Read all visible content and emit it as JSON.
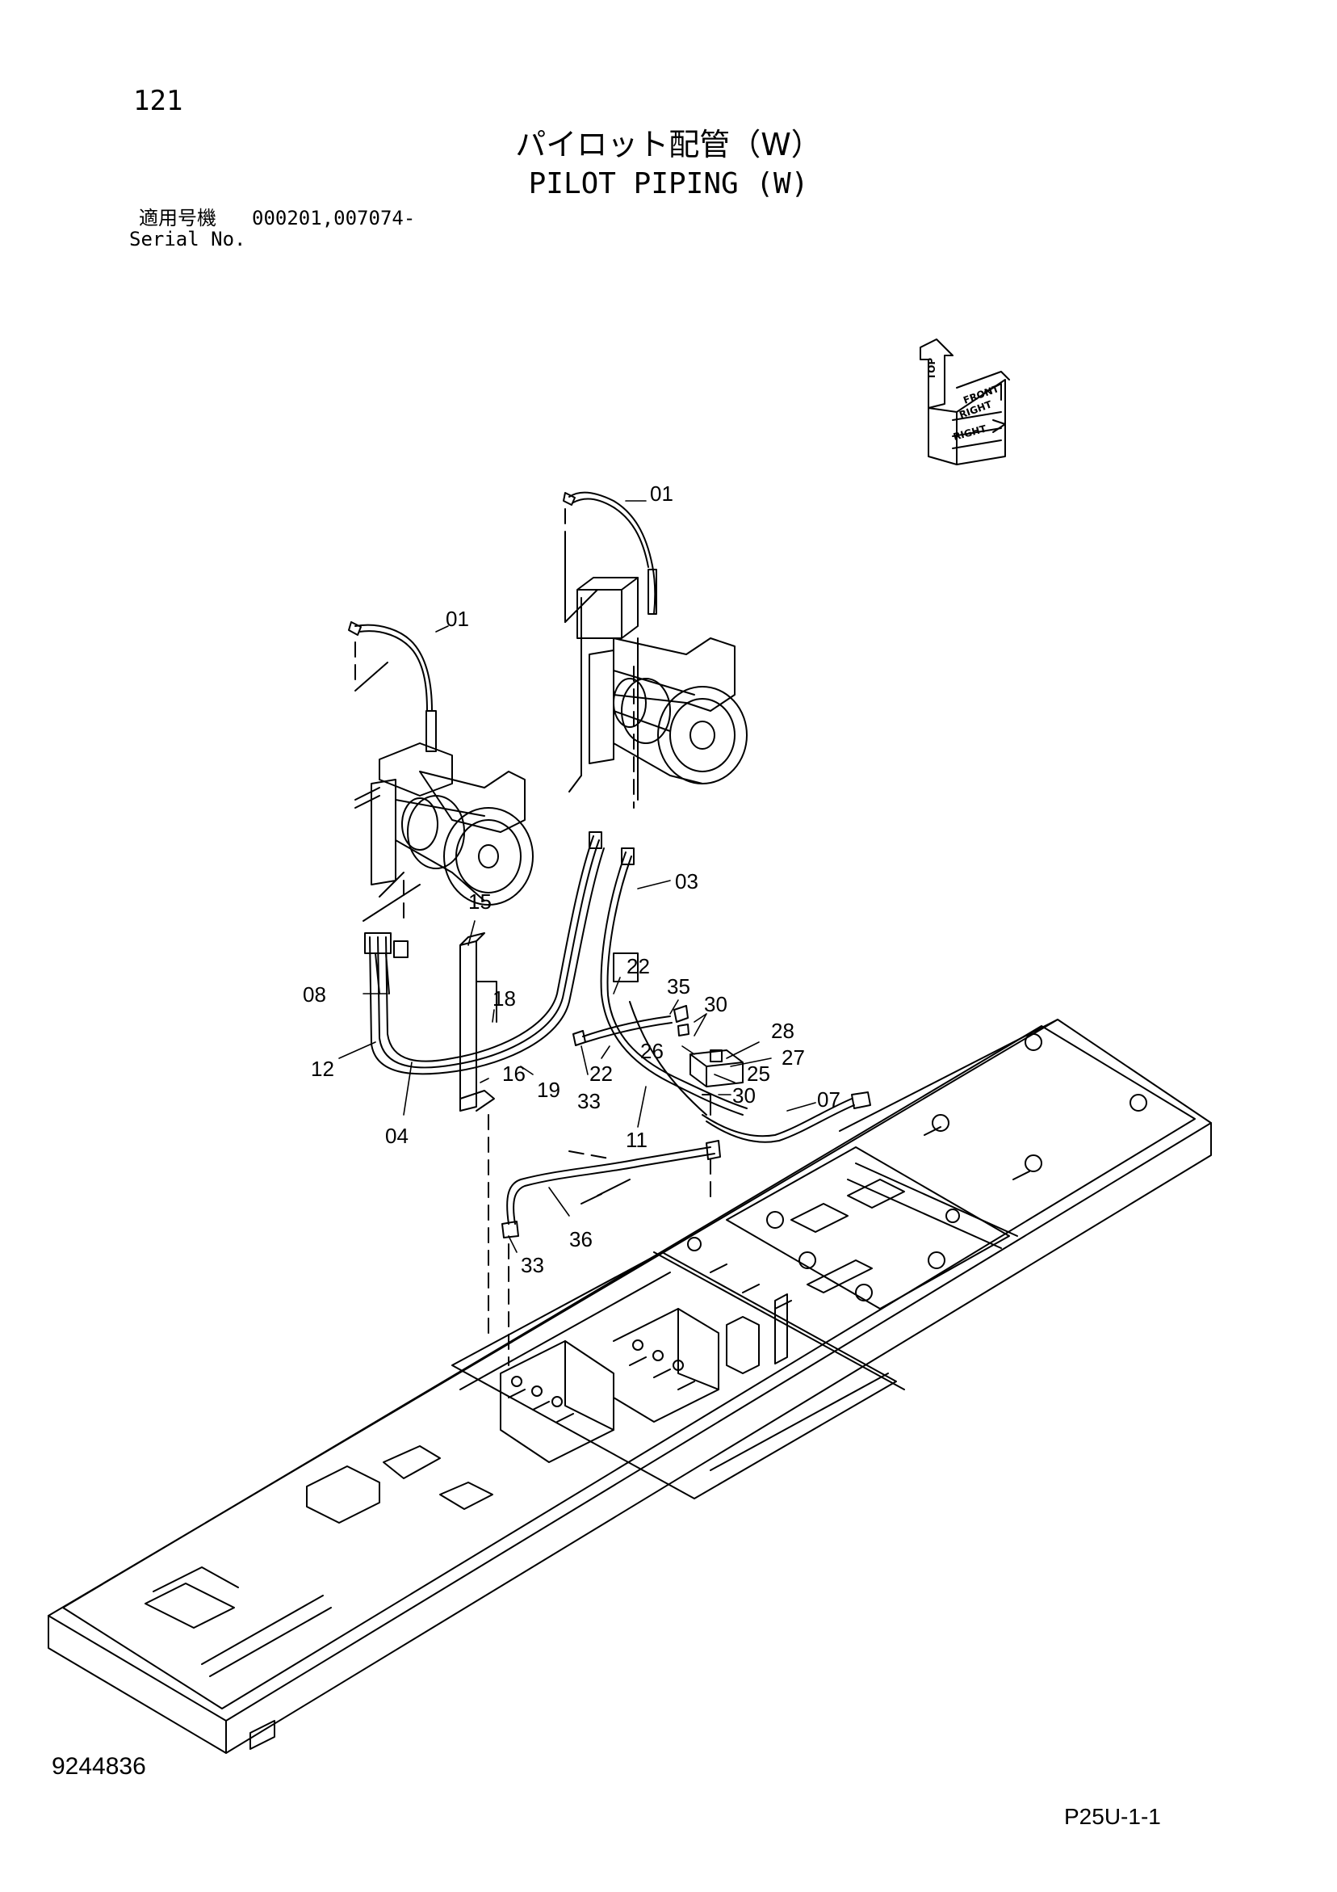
{
  "header": {
    "page_number": "121",
    "title_jp": "パイロット配管（W）",
    "title_en": "PILOT PIPING (W)",
    "serial_label_jp": "適用号機",
    "serial_values": "000201,007074-",
    "serial_label_en": "Serial No."
  },
  "orientation_icon": {
    "labels": [
      "TOP",
      "FRONT",
      "RIGHT",
      "RIGHT"
    ]
  },
  "callouts": [
    {
      "id": "c01a",
      "text": "01"
    },
    {
      "id": "c01b",
      "text": "01"
    },
    {
      "id": "c03",
      "text": "03"
    },
    {
      "id": "c15",
      "text": "15"
    },
    {
      "id": "c22a",
      "text": "22"
    },
    {
      "id": "c35",
      "text": "35"
    },
    {
      "id": "c30a",
      "text": "30"
    },
    {
      "id": "c08",
      "text": "08"
    },
    {
      "id": "c18",
      "text": "18"
    },
    {
      "id": "c28",
      "text": "28"
    },
    {
      "id": "c26",
      "text": "26"
    },
    {
      "id": "c27",
      "text": "27"
    },
    {
      "id": "c12",
      "text": "12"
    },
    {
      "id": "c16",
      "text": "16"
    },
    {
      "id": "c22b",
      "text": "22"
    },
    {
      "id": "c25",
      "text": "25"
    },
    {
      "id": "c19",
      "text": "19"
    },
    {
      "id": "c33a",
      "text": "33"
    },
    {
      "id": "c30b",
      "text": "30"
    },
    {
      "id": "c07",
      "text": "07"
    },
    {
      "id": "c04",
      "text": "04"
    },
    {
      "id": "c11",
      "text": "11"
    },
    {
      "id": "c36",
      "text": "36"
    },
    {
      "id": "c33b",
      "text": "33"
    }
  ],
  "footer": {
    "document_number": "9244836",
    "sheet_code": "P25U-1-1"
  }
}
